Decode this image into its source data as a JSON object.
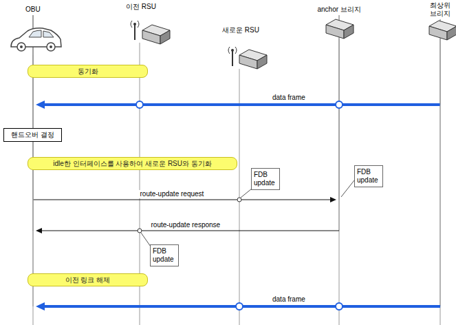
{
  "diagram": {
    "nodes": [
      {
        "text": [
          "OBU"
        ]
      },
      {
        "text": [
          "이전 RSU"
        ]
      },
      {
        "text": [
          "새로운 RSU"
        ]
      },
      {
        "text": [
          "anchor 브리지"
        ]
      },
      {
        "text": [
          "최상위 브리지"
        ]
      },
      {
        "text": [
          "동기화"
        ]
      },
      {
        "text": [
          "핸드오버 결정"
        ]
      },
      {
        "text": [
          "idle한 인터페이스를 사용하여 새로운 RSU와 동기화"
        ]
      },
      {
        "text": [
          "FDB update"
        ]
      },
      {
        "text": [
          "FDB update"
        ]
      },
      {
        "text": [
          "FDB update"
        ]
      },
      {
        "text": [
          "이전 링크 해제"
        ]
      }
    ],
    "edges": [
      {
        "from": 4,
        "to": 0,
        "arrow": "to",
        "label": "data frame"
      },
      {
        "from": 0,
        "to": 3,
        "arrow": "to",
        "label": "route-update request"
      },
      {
        "from": 3,
        "to": 0,
        "arrow": "to",
        "label": "route-update response"
      },
      {
        "from": 4,
        "to": 0,
        "arrow": "to",
        "label": "data frame"
      }
    ]
  }
}
